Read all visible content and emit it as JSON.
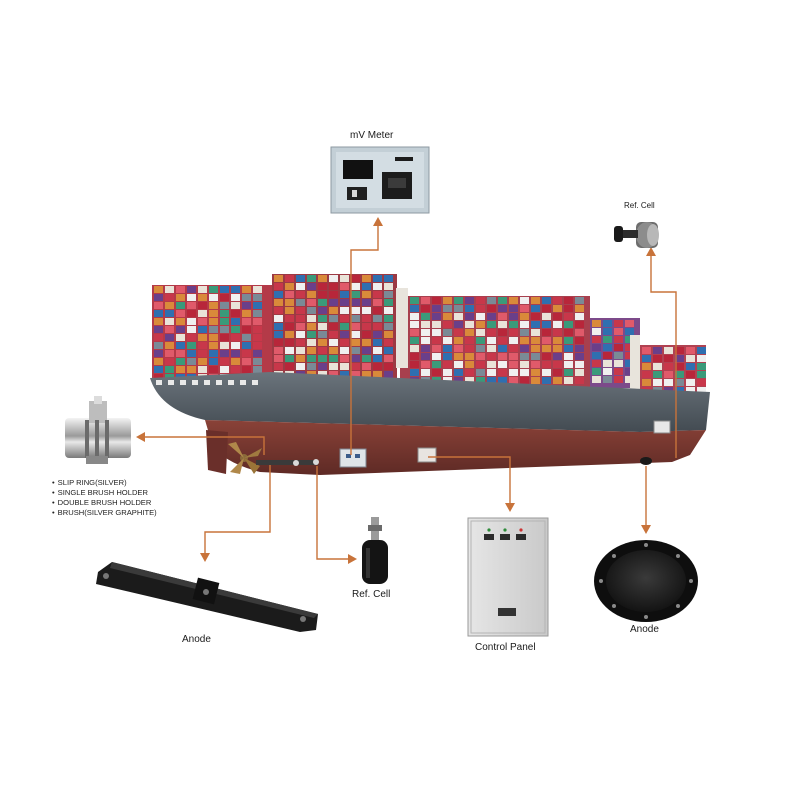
{
  "labels": {
    "mv_meter": "mV Meter",
    "ref_cell_top": "Ref. Cell",
    "ref_cell_bottom": "Ref. Cell",
    "anode_left": "Anode",
    "anode_right": "Anode",
    "control_panel": "Control Panel"
  },
  "slip_ring_items": [
    "SLIP RING(SILVER)",
    "SINGLE BRUSH HOLDER",
    "DOUBLE BRUSH HOLDER",
    "BRUSH(SILVER GRAPHITE)"
  ],
  "colors": {
    "connector": "#c8733a",
    "hull_upper": "#4f5860",
    "hull_lower": "#7a3a32",
    "equipment_dark": "#1c1c1c",
    "panel_grey": "#dcdcdc"
  }
}
